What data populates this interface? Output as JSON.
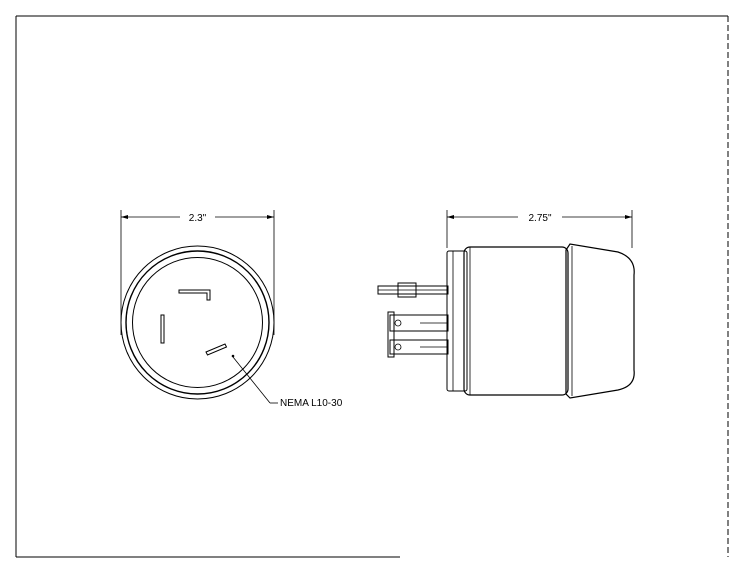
{
  "front_view": {
    "dimension_label": "2.3\"",
    "callout_label": "NEMA L10-30"
  },
  "side_view": {
    "dimension_label": "2.75\""
  }
}
